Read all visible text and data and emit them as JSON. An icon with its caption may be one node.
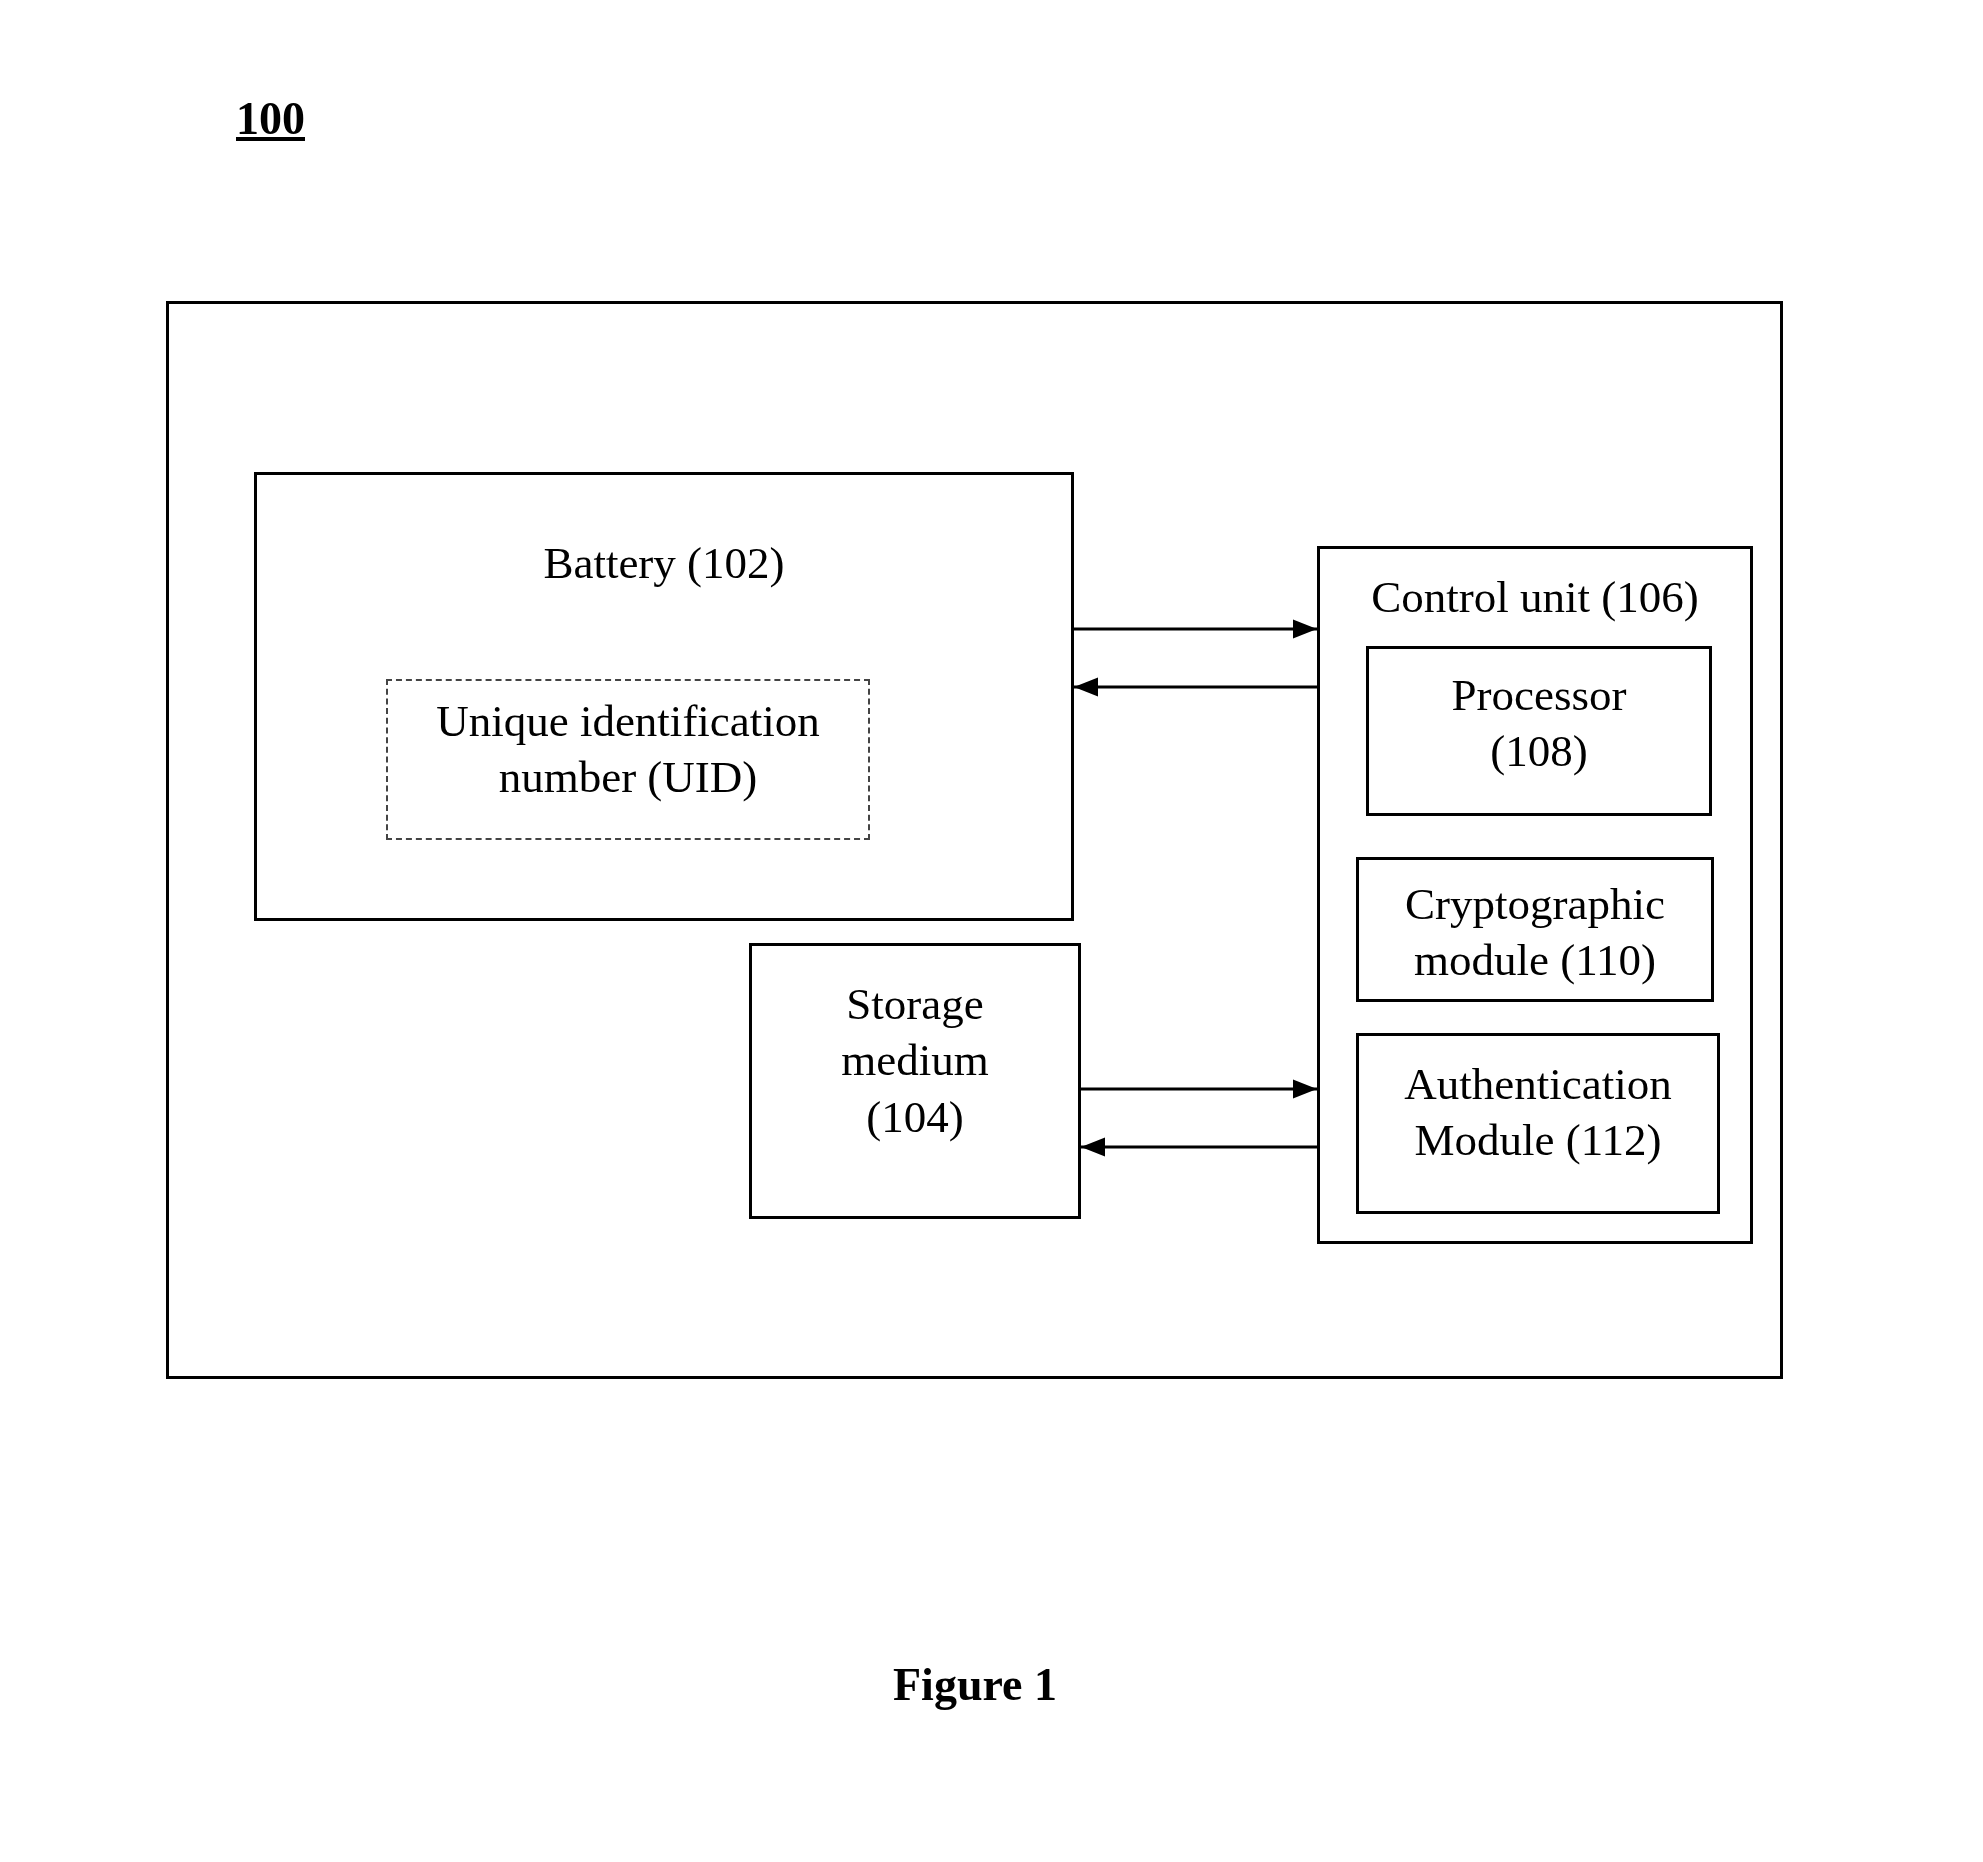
{
  "diagram": {
    "caption": "Figure 1",
    "nodes": [
      {
        "text": [],
        "shape": "box"
      },
      {
        "text": [
          "Battery (102)"
        ],
        "in": 0
      },
      {
        "text": [
          "Unique identification number (UID)"
        ],
        "in": 1
      },
      {
        "text": [
          "Storage medium (104)"
        ],
        "in": 0
      },
      {
        "text": [
          "Control unit (106)"
        ],
        "in": 0
      },
      {
        "text": [
          "Processor (108)"
        ],
        "in": 4
      },
      {
        "text": [
          "Cryptographic module (110)"
        ],
        "in": 4
      },
      {
        "text": [
          "Authentication Module (112)"
        ],
        "in": 4
      }
    ],
    "edges": [
      {
        "from": 1,
        "to": 4,
        "arrow": "to"
      },
      {
        "from": 4,
        "to": 1,
        "arrow": "to"
      },
      {
        "from": 3,
        "to": 4,
        "arrow": "to"
      },
      {
        "from": 4,
        "to": 3,
        "arrow": "to"
      }
    ],
    "labels": [
      "100"
    ]
  }
}
